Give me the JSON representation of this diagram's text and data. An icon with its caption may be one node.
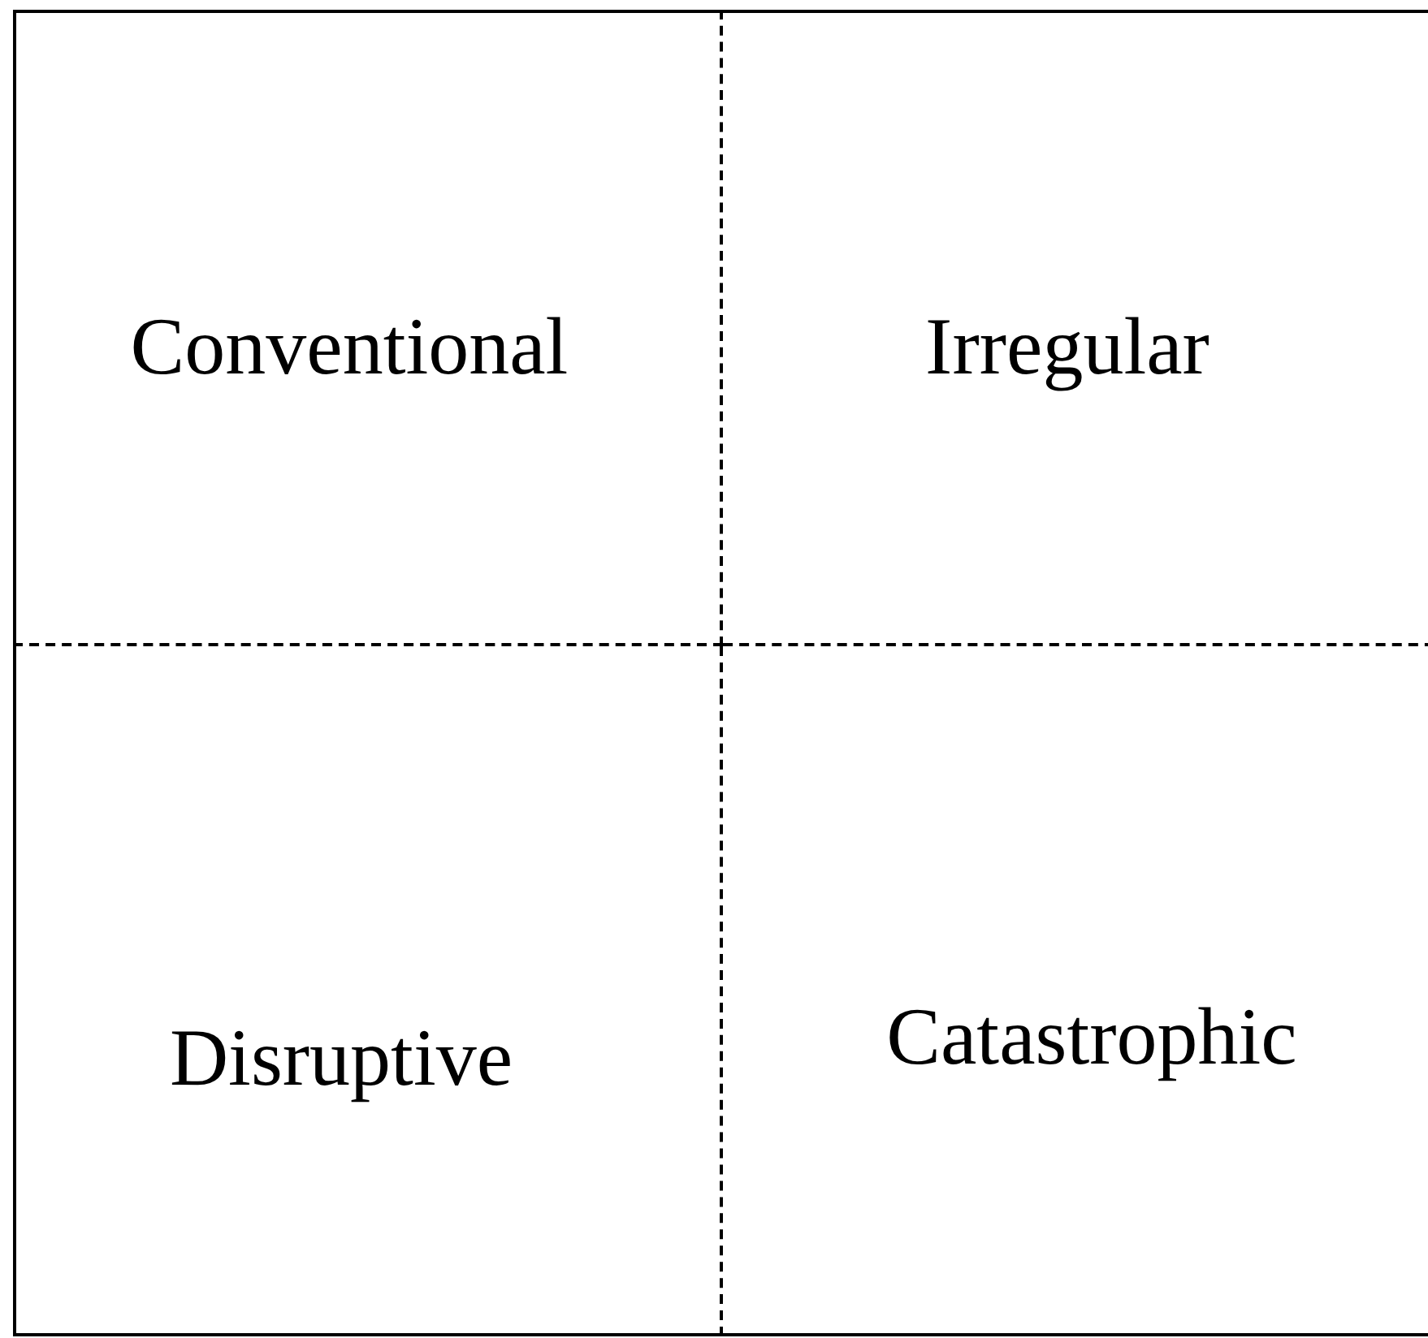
{
  "diagram": {
    "nodes": [
      {
        "text": [
          "Conventional"
        ]
      },
      {
        "text": [
          "Irregular"
        ]
      },
      {
        "text": [
          "Disruptive"
        ]
      },
      {
        "text": [
          "Catastrophic"
        ]
      }
    ]
  }
}
